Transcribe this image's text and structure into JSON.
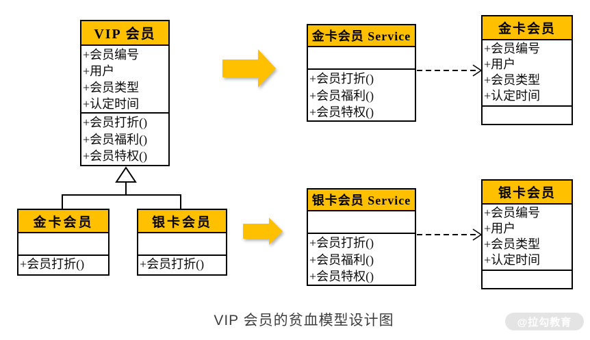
{
  "caption": "VIP 会员的贫血模型设计图",
  "watermark": "@拉勾教育",
  "colors": {
    "class_header_bg": "#FFC000",
    "block_arrow": "#FFC000",
    "border": "#000000",
    "caption_text": "#3d3d3d",
    "watermark_bg": "#e4e4e4",
    "watermark_text": "#ffffff"
  },
  "classes": {
    "vip": {
      "title": "VIP 会员",
      "attributes": [
        "+会员编号",
        "+用户",
        "+会员类型",
        "+认定时间"
      ],
      "methods": [
        "+会员打折()",
        "+会员福利()",
        "+会员特权()"
      ]
    },
    "gold_sub": {
      "title": "金卡会员",
      "attributes": [],
      "methods": [
        "+会员打折()"
      ]
    },
    "silver_sub": {
      "title": "银卡会员",
      "attributes": [],
      "methods": [
        "+会员打折()"
      ]
    },
    "gold_service": {
      "title": "金卡会员 Service",
      "attributes": [],
      "methods": [
        "+会员打折()",
        "+会员福利()",
        "+会员特权()"
      ]
    },
    "gold_entity": {
      "title": "金卡会员",
      "attributes": [
        "+会员编号",
        "+用户",
        "+会员类型",
        "+认定时间"
      ],
      "methods": []
    },
    "silver_service": {
      "title": "银卡会员 Service",
      "attributes": [],
      "methods": [
        "+会员打折()",
        "+会员福利()",
        "+会员特权()"
      ]
    },
    "silver_entity": {
      "title": "银卡会员",
      "attributes": [
        "+会员编号",
        "+用户",
        "+会员类型",
        "+认定时间"
      ],
      "methods": []
    }
  }
}
